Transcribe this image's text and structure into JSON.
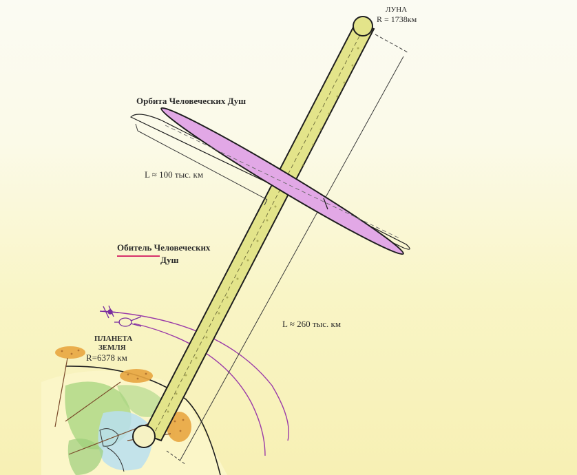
{
  "labels": {
    "moon_name": "ЛУНА",
    "moon_radius": "R = 1738км",
    "orbit_title": "Орбита Человеческих Душ",
    "orbit_length": "L ≈  100 тыс. км",
    "abode_line1": "Обитель Человеческих",
    "abode_line2": "Душ",
    "tube_length": "L ≈ 260 тыс. км",
    "earth_line1": "ПЛАНЕТА",
    "earth_line2": "ЗЕМЛЯ",
    "earth_radius": "R=6378 км"
  },
  "colors": {
    "tube_fill": "#e3e48a",
    "orbit_fill": "#e2a8e6",
    "arc_purple": "#9a3aa8",
    "cloud_orange": "#e8a640",
    "land_green": "#9ed07a",
    "ocean_blue": "#b8def0",
    "outline": "#1e1e1e",
    "underline_pink": "#d6306b"
  },
  "icons": [
    "moon-circle",
    "earth-circle",
    "spacecraft-icon",
    "satellite-icon"
  ]
}
